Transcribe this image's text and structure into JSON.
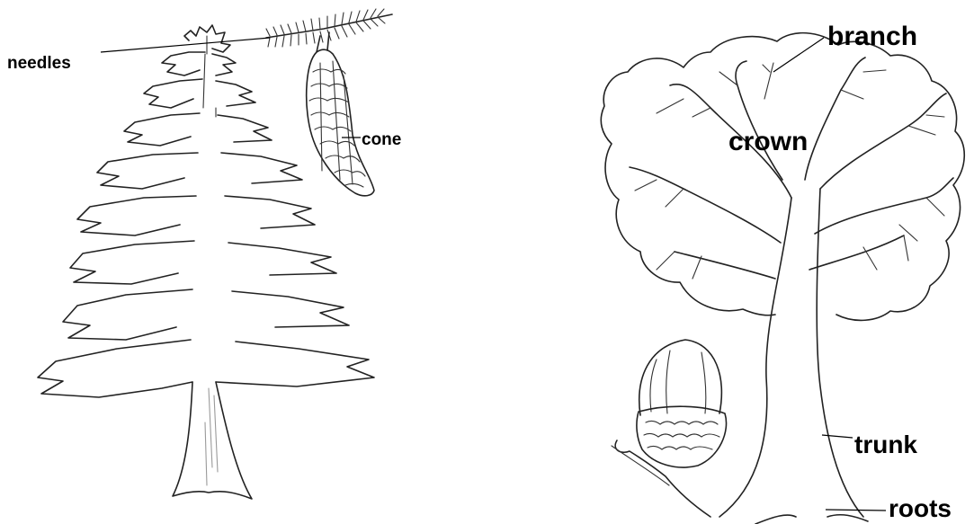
{
  "labels": {
    "needles": "needles",
    "cone": "cone",
    "branch": "branch",
    "crown": "crown",
    "trunk": "trunk",
    "roots": "roots"
  },
  "colors": {
    "ink": "#222222",
    "background": "#ffffff",
    "shade": "#9a9a9a"
  }
}
